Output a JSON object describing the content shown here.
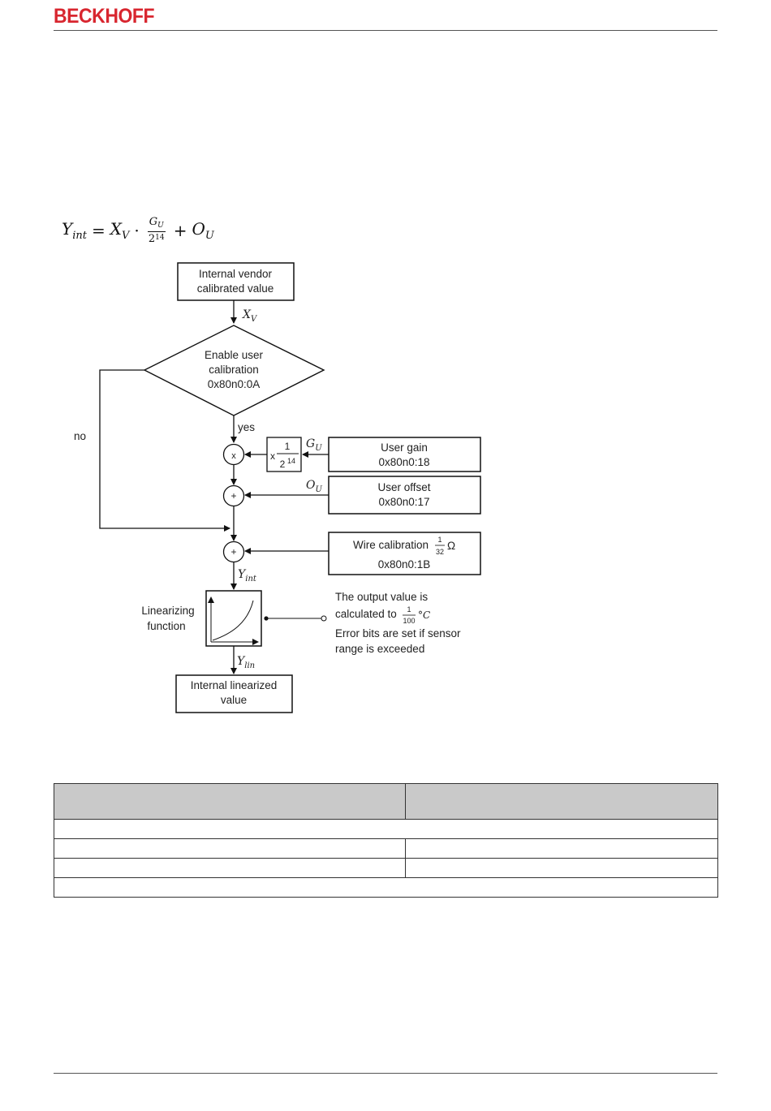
{
  "header": {
    "logo_text": "BECKHOFF",
    "brand_color": "#d8262f"
  },
  "formula": {
    "lhs": "Y",
    "lhs_sub": "int",
    "eq": "=",
    "x": "X",
    "x_sub": "V",
    "dot": "·",
    "num": "G",
    "num_sub": "U",
    "den": "2",
    "den_sup": "14",
    "plus": "+",
    "o": "O",
    "o_sub": "U"
  },
  "diagram": {
    "vendor_box": [
      "Internal vendor",
      "calibrated value"
    ],
    "xv": "X",
    "xv_sub": "V",
    "decision": [
      "Enable user",
      "calibration",
      "0x80n0:0A"
    ],
    "yes": "yes",
    "no": "no",
    "mult_symbol": "x",
    "add_symbol": "+",
    "scale_x": "x",
    "scale_num": "1",
    "scale_den": "2",
    "scale_den_sup": "14",
    "gu": "G",
    "gu_sub": "U",
    "ou": "O",
    "ou_sub": "U",
    "user_gain": [
      "User gain",
      "0x80n0:18"
    ],
    "user_offset": [
      "User offset",
      "0x80n0:17"
    ],
    "wire_calibration_label": "Wire calibration",
    "wire_frac_num": "1",
    "wire_frac_den": "32",
    "wire_unit": "Ω",
    "wire_index": "0x80n0:1B",
    "yint": "Y",
    "yint_sub": "int",
    "linearizing": [
      "Linearizing",
      "function"
    ],
    "ylin": "Y",
    "ylin_sub": "lin",
    "output_box": [
      "Internal linearized",
      "value"
    ],
    "note_line1": "The output value is",
    "note_line2": "calculated to",
    "note_frac_num": "1",
    "note_frac_den": "100",
    "note_unit": "°C",
    "note_line3": "Error bits are set if sensor",
    "note_line4": "range is exceeded"
  },
  "table": {
    "header": [
      "",
      ""
    ],
    "rows": [
      [
        "",
        ""
      ],
      [
        "",
        ""
      ]
    ],
    "span_rows": [
      "",
      ""
    ]
  }
}
